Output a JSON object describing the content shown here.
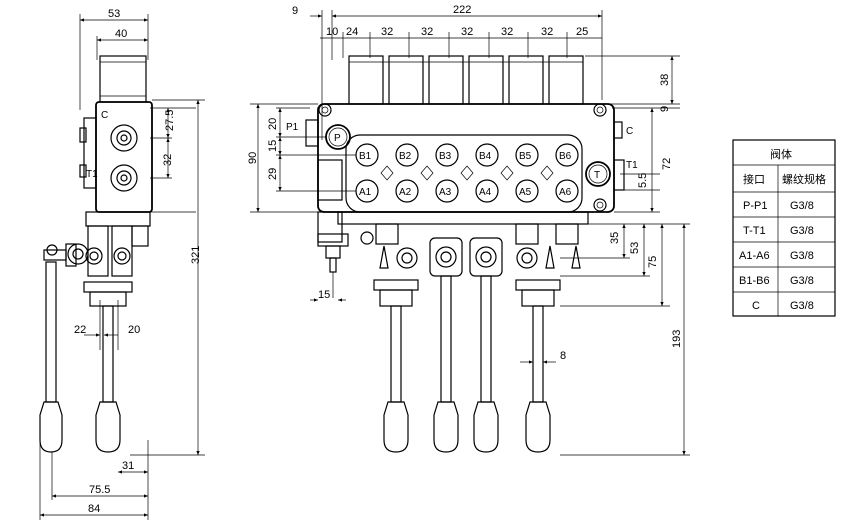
{
  "side_view": {
    "dims": {
      "width_top": "53",
      "width_body": "40",
      "port_spacing_a": "27.5",
      "port_spacing_b": "32",
      "height_total": "321",
      "lever_offset_a": "22",
      "lever_offset_b": "20",
      "lever_dist_31": "31",
      "width_75_5": "75.5",
      "width_84": "84"
    },
    "labels": {
      "port_c": "C",
      "port_t1": "T1"
    }
  },
  "front_view": {
    "dims": {
      "offset_9_top": "9",
      "width_total": "222",
      "offset_10": "10",
      "pitch_24": "24",
      "pitch_32_1": "32",
      "pitch_32_2": "32",
      "pitch_32_3": "32",
      "pitch_32_4": "32",
      "pitch_32_5": "32",
      "pitch_25": "25",
      "height_90": "90",
      "h_20": "20",
      "h_15": "15",
      "h_29": "29",
      "h_38": "38",
      "h_9_right": "9",
      "h_72": "72",
      "h_5_5": "5.5",
      "h_35": "35",
      "h_53": "53",
      "h_75": "75",
      "h_193": "193",
      "w_15_bottom": "15",
      "w_8": "8"
    },
    "ports": {
      "p": "P",
      "p1": "P1",
      "t": "T",
      "t1": "T1",
      "c": "C",
      "b": [
        "B1",
        "B2",
        "B3",
        "B4",
        "B5",
        "B6"
      ],
      "a": [
        "A1",
        "A2",
        "A3",
        "A4",
        "A5",
        "A6"
      ]
    }
  },
  "spec_table": {
    "title": "阀体",
    "headers": [
      "接口",
      "螺纹规格"
    ],
    "rows": [
      [
        "P-P1",
        "G3/8"
      ],
      [
        "T-T1",
        "G3/8"
      ],
      [
        "A1-A6",
        "G3/8"
      ],
      [
        "B1-B6",
        "G3/8"
      ],
      [
        "C",
        "G3/8"
      ]
    ]
  }
}
